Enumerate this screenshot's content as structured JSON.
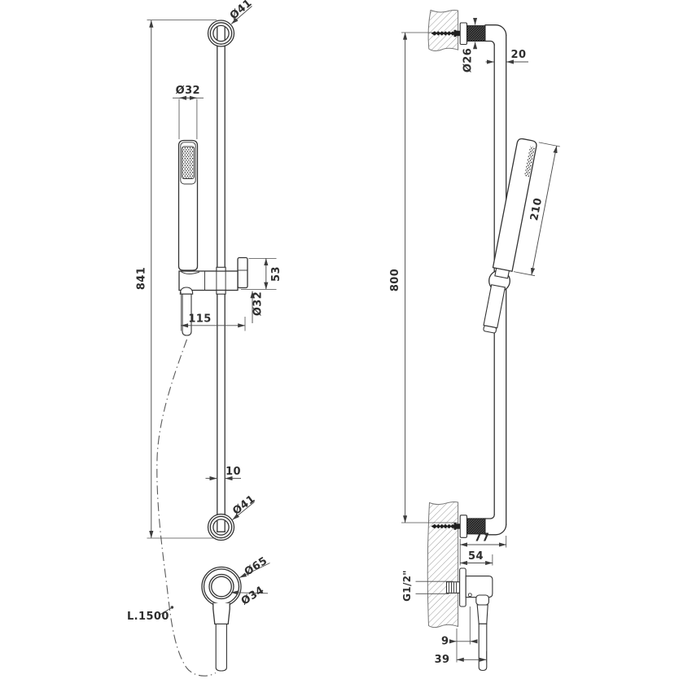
{
  "drawing": {
    "front": {
      "top_bracket_dia": "Ø41",
      "handshower_dia": "Ø32",
      "total_height": "841",
      "slider_width": "115",
      "slider_knob_height": "53",
      "slider_body_dia": "Ø32",
      "rail_dia": "10",
      "bottom_bracket_dia": "Ø41",
      "outlet_outer_dia": "Ø65",
      "outlet_inner_dia": "Ø34",
      "hose_length": "L.1500"
    },
    "side": {
      "bracket_dia": "Ø26",
      "rail_depth": "20",
      "handshower_length": "210",
      "bracket_distance": "800",
      "wall_clearance": "77",
      "outlet_depth": "54",
      "thread_size": "G1/2\"",
      "outlet_offset": "9",
      "outlet_height": "39"
    }
  },
  "colors": {
    "line": "#333333",
    "dimension": "#4c4c4c",
    "dark_fill": "#1f1f1f",
    "hatch": "#9c9c9c",
    "background": "#ffffff"
  }
}
